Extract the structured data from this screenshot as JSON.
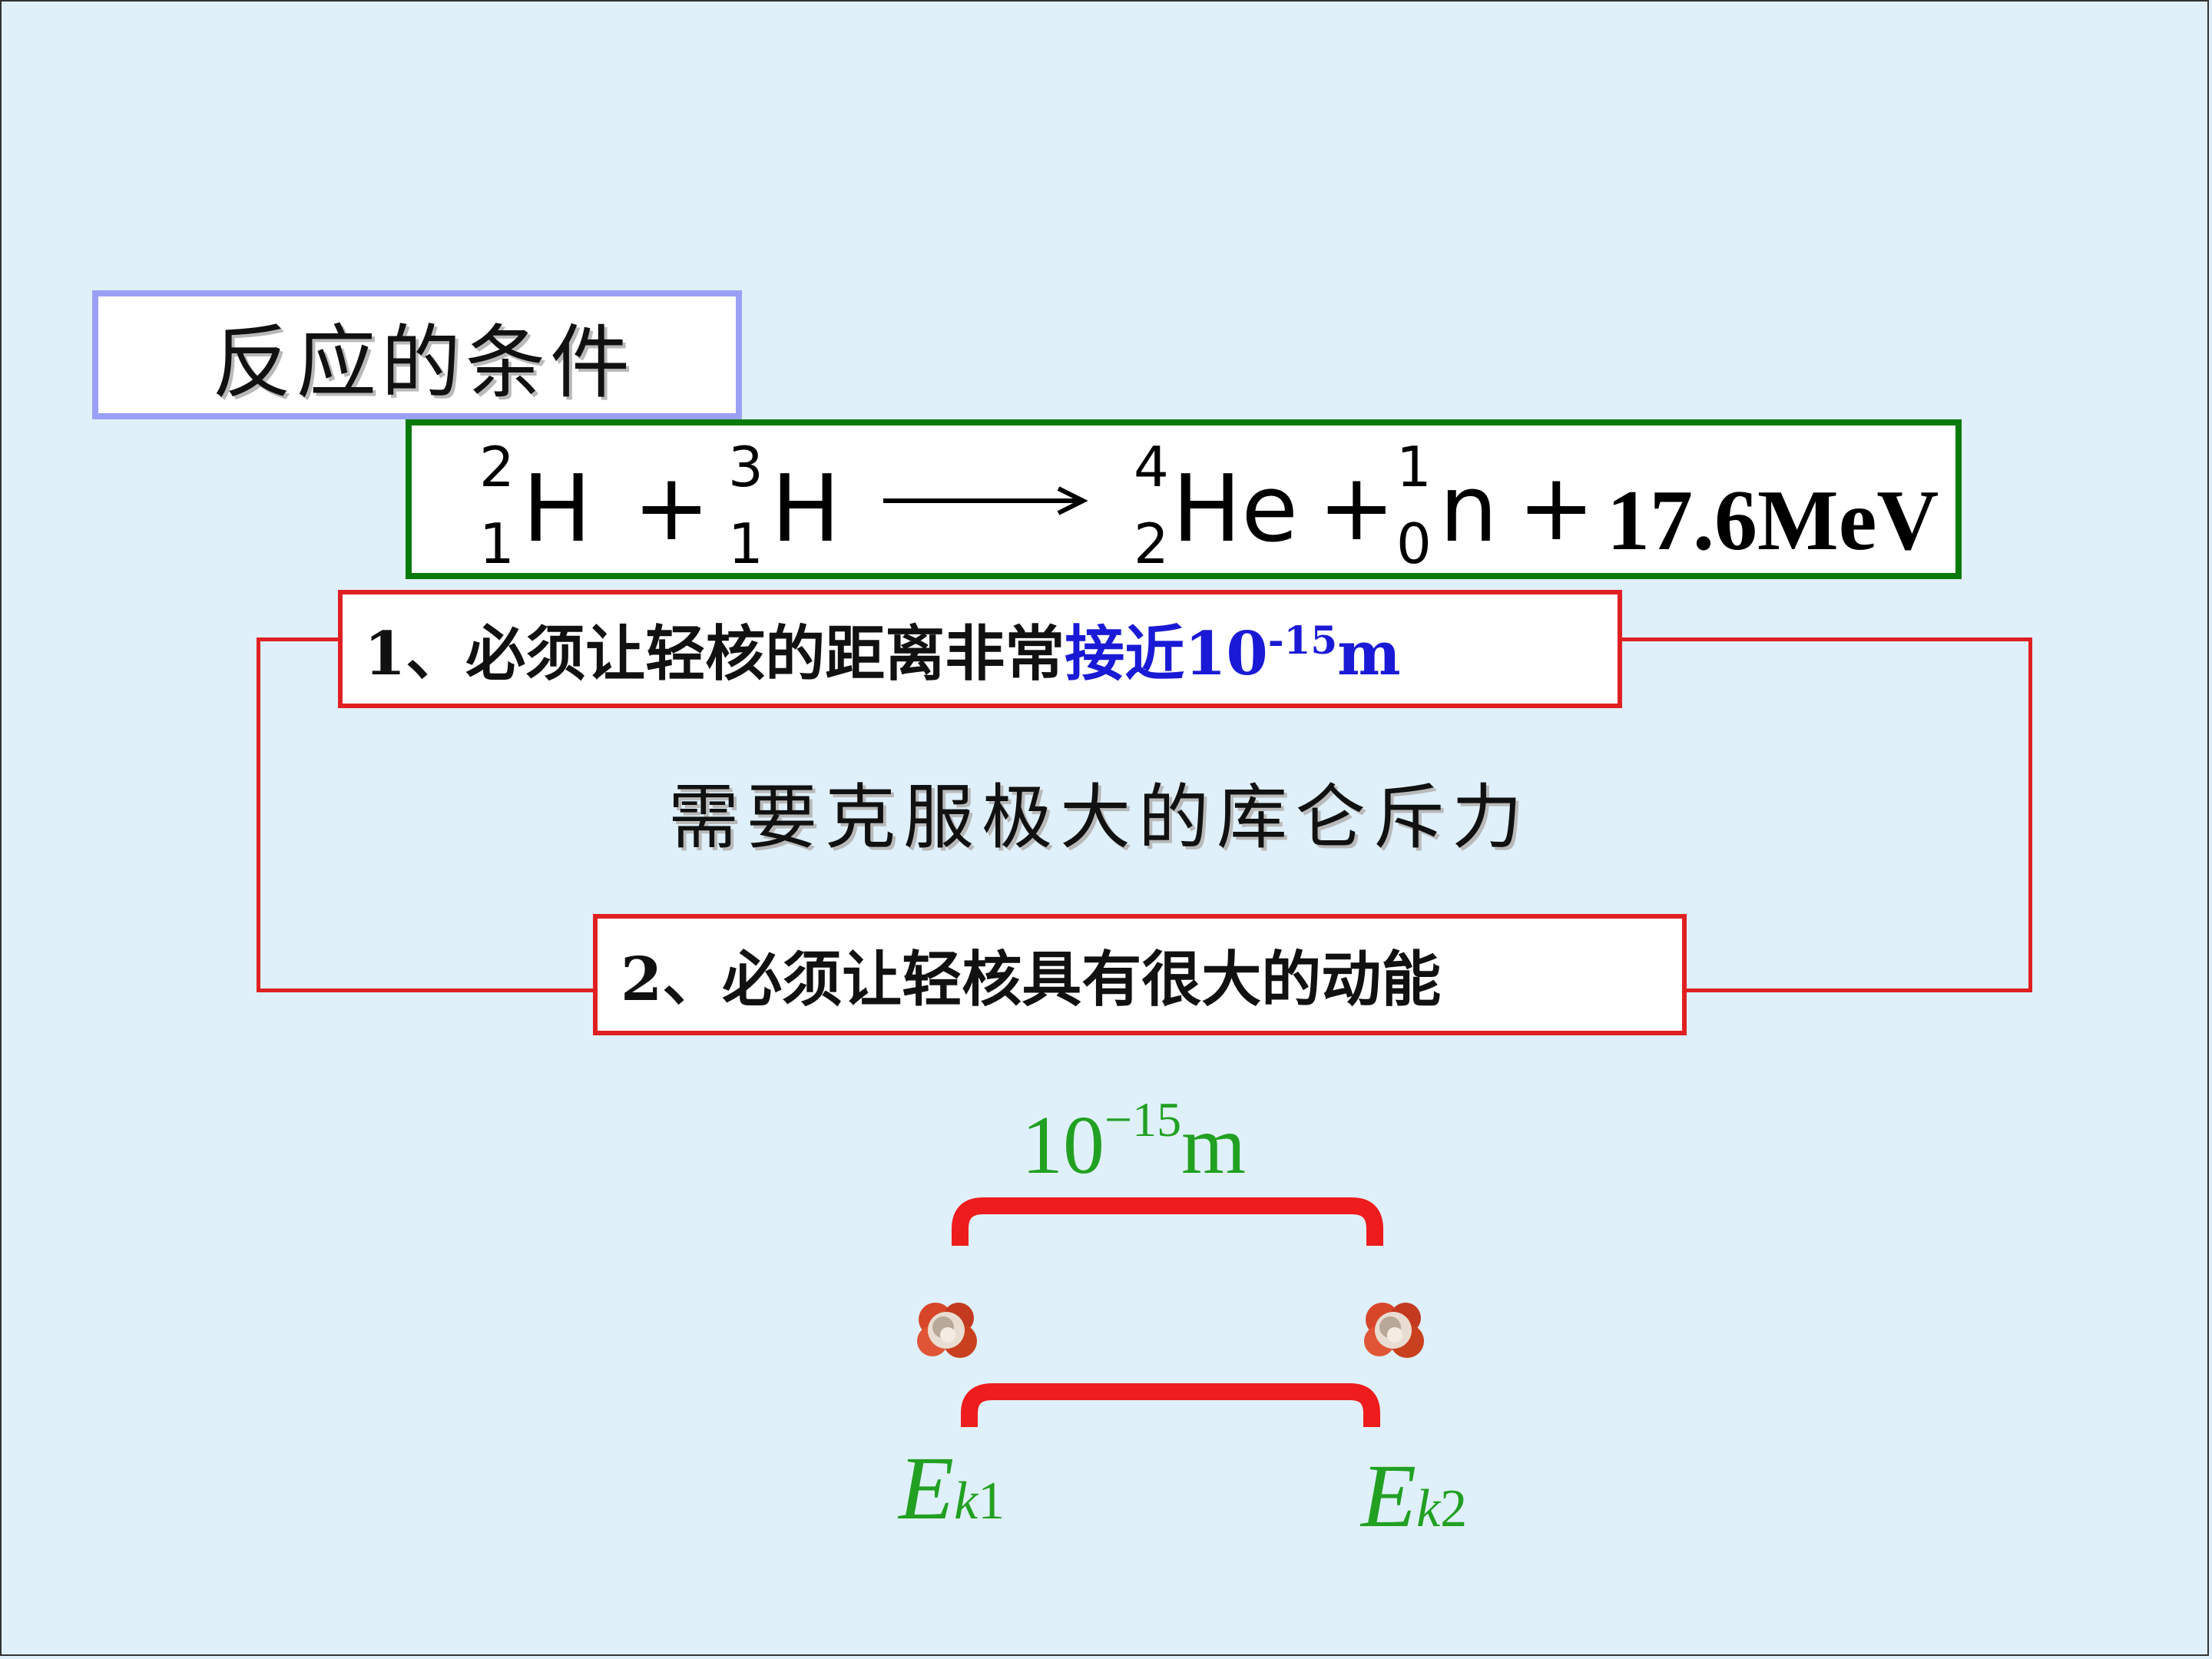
{
  "title": "反应的条件",
  "equation": {
    "reactant1": {
      "mass": "2",
      "atomic": "1",
      "symbol": "H"
    },
    "plus1": "+",
    "reactant2": {
      "mass": "3",
      "atomic": "1",
      "symbol": "H"
    },
    "product1": {
      "mass": "4",
      "atomic": "2",
      "symbol": "He"
    },
    "plus2": "+",
    "product2": {
      "mass": "1",
      "atomic": "0",
      "symbol": "n"
    },
    "plus3": "+",
    "energy": "17.6MeV"
  },
  "condition1": {
    "prefix": "1、必须让轻核的距离非常",
    "highlight": "接近10",
    "exponent": "-15",
    "unit": "m"
  },
  "middle_text": "需要克服极大的库仑斥力",
  "condition2": "2、必须让轻核具有很大的动能",
  "diagram": {
    "distance_base": "10",
    "distance_exp": "−15",
    "distance_unit": "m",
    "ek1": {
      "E": "E",
      "k": "k",
      "n": "1"
    },
    "ek2": {
      "E": "E",
      "k": "k",
      "n": "2"
    }
  },
  "colors": {
    "background": "#dff0fa",
    "title_border": "#9aa0f5",
    "equation_border": "#0a7a0a",
    "condition_border": "#e02020",
    "highlight": "#1a1ad6",
    "diagram_green": "#22a022",
    "bracket_red": "#ee1c1c",
    "nucleus": "#d8462a"
  }
}
